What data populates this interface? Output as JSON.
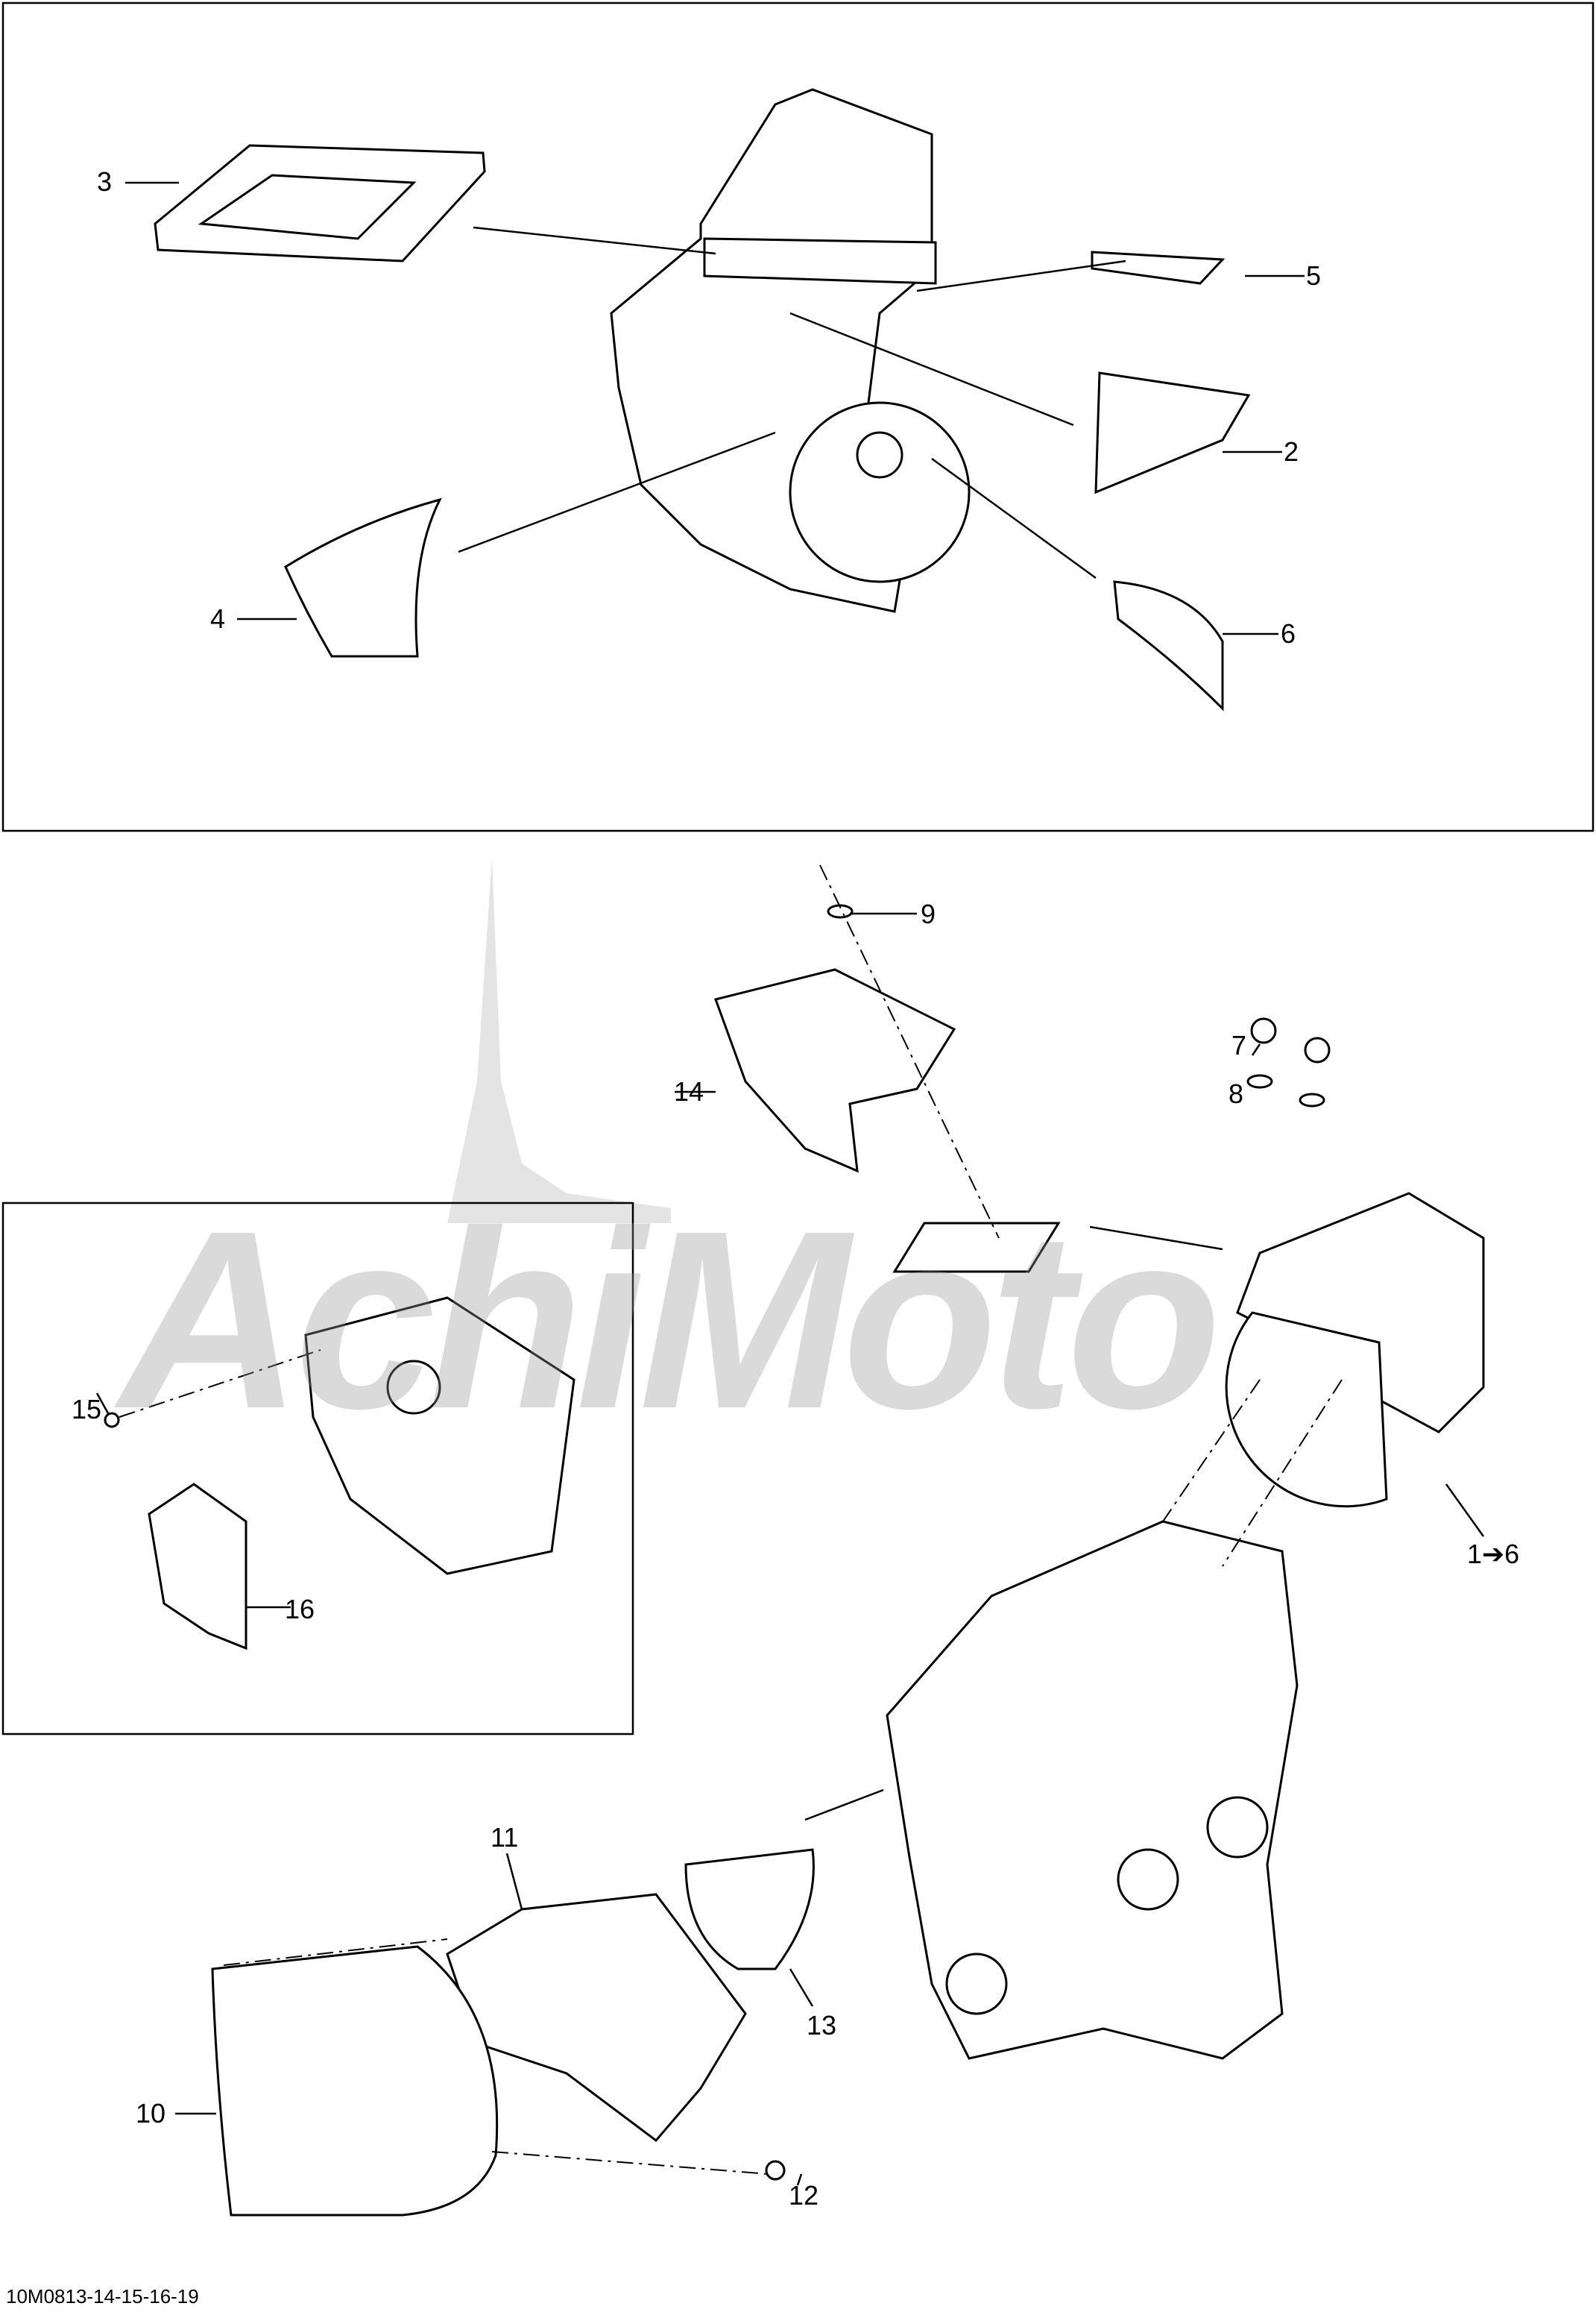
{
  "diagram": {
    "top_group_labels": {
      "p3": "3",
      "p5": "5",
      "p2": "2",
      "p4": "4",
      "p6": "6"
    },
    "bottom_labels": {
      "p9": "9",
      "p14": "14",
      "p7": "7",
      "p8": "8",
      "p15": "15",
      "p16": "16",
      "p1to6": "1➔6",
      "p11": "11",
      "p13": "13",
      "p10": "10",
      "p12": "12"
    },
    "watermark": "AchiMoto",
    "footer_code": "10M0813-14-15-16-19"
  }
}
